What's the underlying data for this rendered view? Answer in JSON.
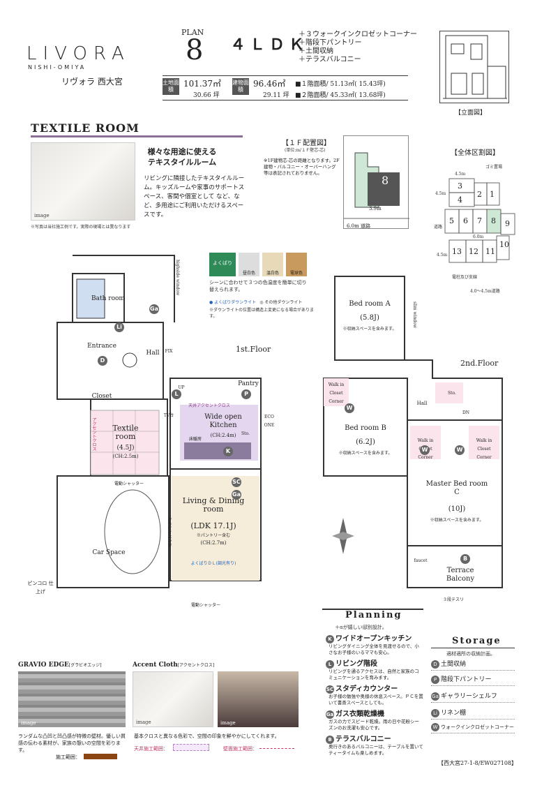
{
  "brand": {
    "logo": "LIVORA",
    "sub": "NISHI-OMIYA",
    "name_jp": "リヴォラ 西大宮"
  },
  "plan": {
    "label": "PLAN",
    "number": "8",
    "layout": "４ＬＤＫ"
  },
  "features": [
    "＋３ウォークインクロゼットコーナー",
    "＋階段下パントリー",
    "＋土間収納",
    "＋テラスバルコニー"
  ],
  "area": {
    "land_tag": "土地面積",
    "land_m2": "101.37㎡",
    "land_tsubo": "30.66 坪",
    "bldg_tag": "建物面積",
    "bldg_m2": "96.46㎡",
    "bldg_tsubo": "29.11 坪",
    "floor1": "■１階面積/ 51.13㎡( 15.43坪)",
    "floor2": "■２階面積/ 45.33㎡( 13.68坪)"
  },
  "elevation_caption": "【立面図】",
  "textile": {
    "title": "TEXTILE ROOM",
    "heading1": "様々な用途に使える",
    "heading2": "テキスタイルルーム",
    "body": "リビングに隣接したテキスタイルルーム。キッズルームや家事のサポートスペース、客間や個室として など、など、多用途にご利用いただけるスペースです。",
    "img_label": "image",
    "photo_note": "※写真は当社施工例です。実際の現場とは異なります"
  },
  "siteplan": {
    "title": "【１Ｆ配置図】",
    "unit": "(単位:m/１Ｆ壁芯-芯)",
    "note": "※1F建物芯-芯の距離となります。2F建物・バルコニー・オーバーハング等は表記されておりません。",
    "lot": "8",
    "dim1": "3.9m",
    "road": "6.0m 道路"
  },
  "area_map": {
    "title": "【全体区割図】",
    "dim_top": "4.5m",
    "garbage": "ゴミ置場",
    "dim_left": "4.5m",
    "road_label": "道路",
    "road_mid": "6.0m",
    "dim_left2": "4.5m",
    "pole": "電柱及び支線",
    "road_bottom": "4.0～4.5m道路",
    "lots": [
      "3",
      "2",
      "1",
      "4",
      "5",
      "6",
      "7",
      "8",
      "9",
      "10",
      "13",
      "12",
      "11"
    ]
  },
  "yokubari": {
    "logo": "よくばり",
    "colors": [
      "昼白色",
      "温白色",
      "電球色"
    ],
    "text": "シーンに合わせて３つの色温度を簡単に切り替えられます。",
    "legend1": "● よくばりダウンライト",
    "legend2": "◎ その他ダウンライト",
    "note": "※ダウンライトの位置は構造上変更になる場合があります。"
  },
  "floor1": {
    "label": "1st.Floor",
    "bath": "Bath room",
    "entrance": "Entrance",
    "hall": "Hall",
    "closet": "Closet",
    "textile_room": "Textile room",
    "textile_size": "(4.5J)",
    "textile_ch": "(CH:2.5m)",
    "kitchen": "Wide open Kitchen",
    "kitchen_ch": "(CH:2.4m)",
    "pantry": "Pantry",
    "living": "Living & Dining room",
    "ldk": "(LDK 17.1J)",
    "ldk_note": "※パントリー含む",
    "ldk_ch": "(CH:2.7m)",
    "car": "Car Space",
    "shutter": "電動シャッター",
    "pin": "ピンコロ 仕上げ",
    "highside": "highside window",
    "accent": "アクセントクロス",
    "gravio": "グラビオエッジ",
    "floor_heat": "床暖房",
    "yokubari_dl": "よくばりＤＬ(調光有り)",
    "tv": "TV台",
    "up": "UP",
    "sto": "Sto.",
    "eco": "ECO ONE",
    "fix": "FIX",
    "ceiling": "天井アクセントクロス"
  },
  "floor2": {
    "label": "2nd.Floor",
    "bedA": "Bed room A",
    "bedA_size": "(5.8J)",
    "bedA_note": "※収納スペースを含みます。",
    "bedB": "Bed room B",
    "bedB_size": "(6.2J)",
    "bedB_note": "※収納スペースを含みます。",
    "master": "Master Bed room C",
    "master_size": "(10J)",
    "master_note": "※収納スペースを含みます。",
    "wic": "Walk in Closet Corner",
    "hall": "Hall",
    "sto": "Sto.",
    "terrace": "Terrace Balcony",
    "slim": "slim window",
    "faucet": "faucet",
    "rail": "３段テスリ",
    "dn": "DN"
  },
  "planning": {
    "title": "Planning",
    "subtitle": "＋αが嬉しい邸別設計。",
    "items": [
      {
        "badge": "K",
        "head": "ワイドオープンキッチン",
        "body": "リビングダイニング全体を見渡せるので、小さなお子様のいるママも安心。"
      },
      {
        "badge": "L",
        "head": "リビング階段",
        "body": "リビングを通るアクセスは、自然と家族のコミュニケーションを育みます。"
      },
      {
        "badge": "SC",
        "head": "スタディカウンター",
        "body": "お子様の勉強や奥様の休息スペース。ＰＣを置いて書斎スペースとしても。"
      },
      {
        "badge": "Ga",
        "head": "ガス衣類乾燥機",
        "body": "ガスの力でスピード乾燥。雨の日や花粉シーズンのお洗濯も安心です。"
      },
      {
        "badge": "B",
        "head": "テラスバルコニー",
        "body": "奥行きのあるバルコニーは、テーブルを置いてティータイムも楽しめます。"
      }
    ]
  },
  "storage": {
    "title": "Storage",
    "subtitle": "適材適所の収納計画。",
    "items": [
      {
        "badge": "D",
        "label": "土間収納"
      },
      {
        "badge": "P",
        "label": "階段下パントリー"
      },
      {
        "badge": "Ga",
        "label": "ギャラリーシェルフ"
      },
      {
        "badge": "Li",
        "label": "リネン棚"
      },
      {
        "badge": "W",
        "label": "ウォークインクロゼットコーナー"
      }
    ]
  },
  "bottom": {
    "gravio_title": "GRAVIO EDGE",
    "gravio_sub": "[グラビオエッジ]",
    "gravio_text": "ランダムな凸凹と凹凸感が特徴の壁材。優しい質感の伝わる素材が、家族の憩いの空間を彩ります。",
    "gravio_range": "施工範囲：",
    "accent_title": "Accent Cloth",
    "accent_sub": "[アクセントクロス]",
    "accent_text": "基本クロスと異なる色彩で、空間の印象を鮮やかにしてくれます。",
    "ceiling_range": "天井施工範囲：",
    "wall_range": "壁面施工範囲：",
    "img_label": "image"
  },
  "ref": "【西大宮27-1-8/EW027108】"
}
